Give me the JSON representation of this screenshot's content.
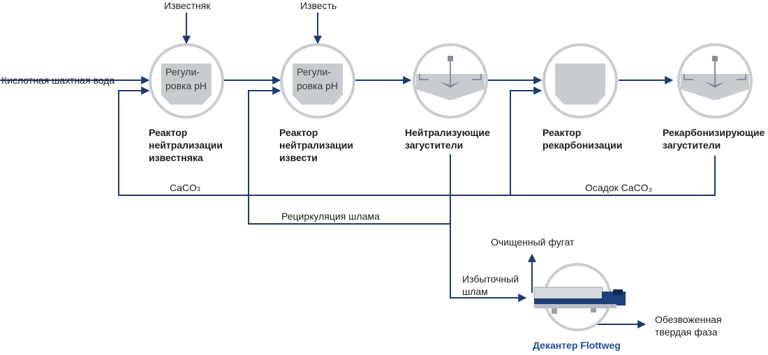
{
  "inputs": {
    "feed": "Кислотная шахтная вода",
    "limestone": "Известняк",
    "lime": "Известь"
  },
  "units": [
    {
      "inner": [
        "Регули-",
        "ровка pH"
      ],
      "title": [
        "Реактор",
        "нейтрализации",
        "известняка"
      ]
    },
    {
      "inner": [
        "Регули-",
        "ровка pH"
      ],
      "title": [
        "Реактор",
        "нейтрализации",
        "извести"
      ]
    },
    {
      "title": [
        "Нейтрализующие",
        "загустители"
      ]
    },
    {
      "title": [
        "Реактор",
        "рекарбонизации"
      ]
    },
    {
      "title": [
        "Рекарбонизирующие",
        "загустители"
      ]
    }
  ],
  "streams": {
    "caco3": {
      "base": "CaCO",
      "sub": "3"
    },
    "caco3_sludge": "Осадок CaCO₃",
    "sludge_recycle": "Рециркуляция шлама",
    "excess_sludge": [
      "Избыточный",
      "шлам"
    ],
    "purified_centrate": "Очищенный фугат",
    "dewatered_solids": [
      "Обезвоженная",
      "твердая фаза"
    ]
  },
  "decanter": {
    "title": "Декантер Flottweg"
  },
  "colors": {
    "arrow": "#1f3a6e",
    "ring": "#c9ccd0",
    "vessel": "#c8cbd0",
    "decanter_dark": "#1d3f7a",
    "decanter_title": "#1d4f91"
  },
  "icons": [
    "arrow-head-icon",
    "agitator-icon",
    "decanter-icon"
  ]
}
